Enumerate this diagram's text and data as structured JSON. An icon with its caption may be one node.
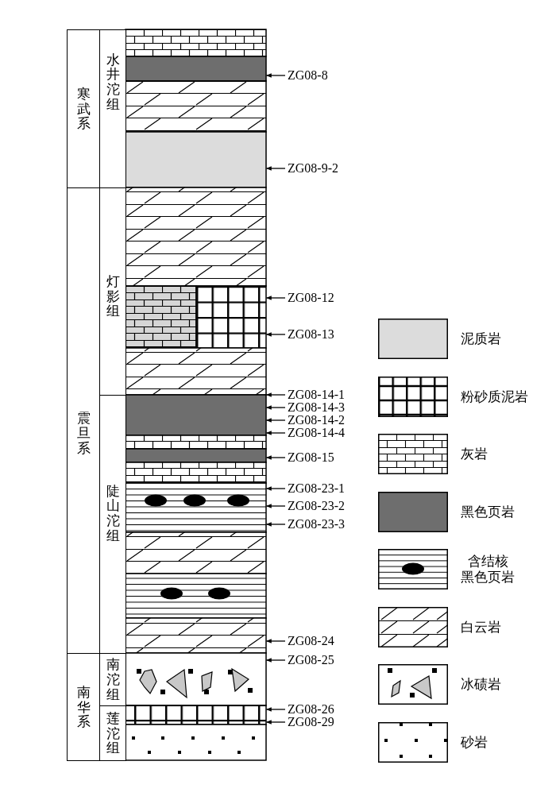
{
  "diagram": {
    "nodes": [
      {
        "text": [
          "寒武系"
        ]
      },
      {
        "text": [
          "水井沱组"
        ]
      },
      {
        "text": [
          "震旦系"
        ]
      },
      {
        "text": [
          "灯影组"
        ]
      },
      {
        "text": [
          "陡山沱组"
        ]
      },
      {
        "text": [
          "南华系"
        ]
      },
      {
        "text": [
          "南沱组"
        ]
      },
      {
        "text": [
          "莲沱组"
        ]
      },
      {
        "text": [
          "ZG08-8"
        ]
      },
      {
        "text": [
          "ZG08-9-2"
        ]
      },
      {
        "text": [
          "ZG08-12"
        ]
      },
      {
        "text": [
          "ZG08-13"
        ]
      },
      {
        "text": [
          "ZG08-14-1"
        ]
      },
      {
        "text": [
          "ZG08-14-3"
        ]
      },
      {
        "text": [
          "ZG08-14-2"
        ]
      },
      {
        "text": [
          "ZG08-14-4"
        ]
      },
      {
        "text": [
          "ZG08-15"
        ]
      },
      {
        "text": [
          "ZG08-23-1"
        ]
      },
      {
        "text": [
          "ZG08-23-2"
        ]
      },
      {
        "text": [
          "ZG08-23-3"
        ]
      },
      {
        "text": [
          "ZG08-24"
        ]
      },
      {
        "text": [
          "ZG08-25"
        ]
      },
      {
        "text": [
          "ZG08-26"
        ]
      },
      {
        "text": [
          "ZG08-29"
        ]
      },
      {
        "text": [],
        "shape": "picture"
      }
    ],
    "edges": [
      {
        "from": 8,
        "to": 24,
        "arrow": "to"
      },
      {
        "from": 9,
        "to": 24,
        "arrow": "to"
      },
      {
        "from": 10,
        "to": 24,
        "arrow": "to"
      },
      {
        "from": 11,
        "to": 24,
        "arrow": "to"
      },
      {
        "from": 12,
        "to": 24,
        "arrow": "to"
      },
      {
        "from": 13,
        "to": 24,
        "arrow": "to"
      },
      {
        "from": 14,
        "to": 24,
        "arrow": "to"
      },
      {
        "from": 15,
        "to": 24,
        "arrow": "to"
      },
      {
        "from": 16,
        "to": 24,
        "arrow": "to"
      },
      {
        "from": 17,
        "to": 24,
        "arrow": "to"
      },
      {
        "from": 18,
        "to": 24,
        "arrow": "to"
      },
      {
        "from": 19,
        "to": 24,
        "arrow": "to"
      },
      {
        "from": 20,
        "to": 24,
        "arrow": "to"
      },
      {
        "from": 21,
        "to": 24,
        "arrow": "to"
      },
      {
        "from": 22,
        "to": 24,
        "arrow": "to"
      },
      {
        "from": 23,
        "to": 24,
        "arrow": "to"
      }
    ],
    "legend": [
      {
        "text": "泥质岩",
        "color": "#dcdcdc"
      },
      {
        "text": "粉砂质泥岩"
      },
      {
        "text": "灰岩"
      },
      {
        "text": "黑色页岩",
        "color": "#6e6e6e"
      },
      {
        "text": "含结核黑色页岩"
      },
      {
        "text": "白云岩"
      },
      {
        "text": "冰碛岩"
      },
      {
        "text": "砂岩"
      }
    ]
  }
}
